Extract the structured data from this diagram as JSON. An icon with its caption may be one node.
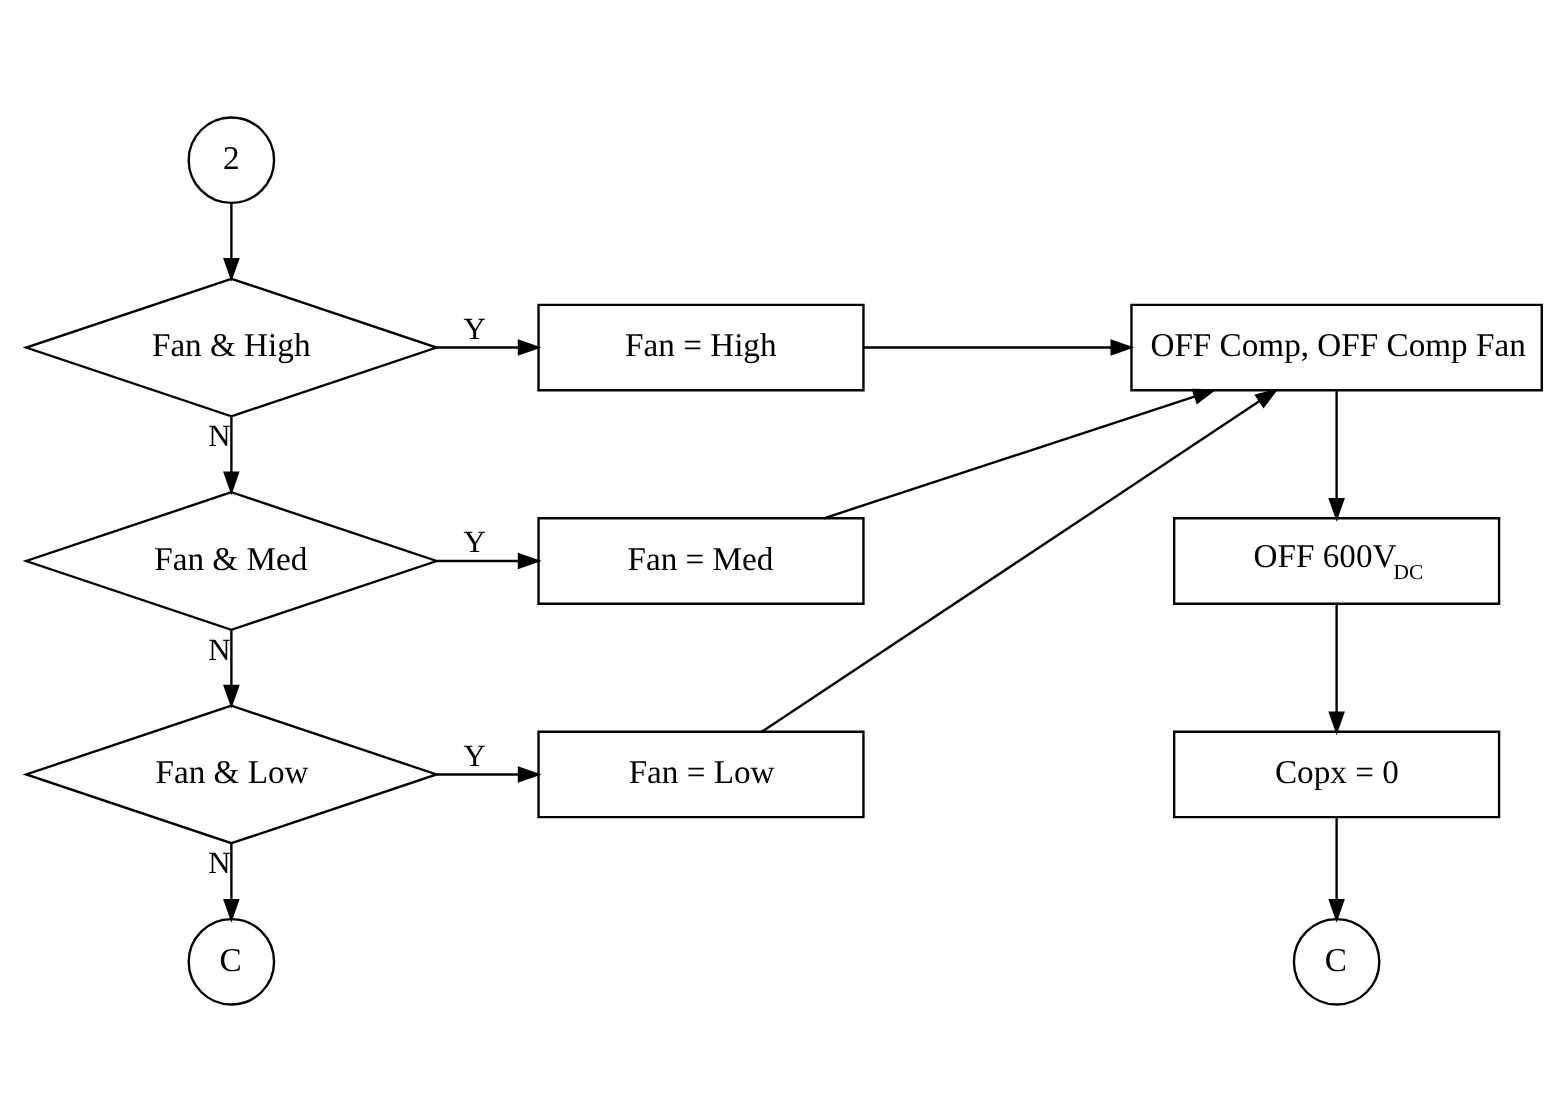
{
  "diagram": {
    "nodes": [
      {
        "text": [
          "2"
        ]
      },
      {
        "text": [
          "Fan & High"
        ]
      },
      {
        "text": [
          "Fan = High"
        ]
      },
      {
        "text": [
          "Fan & Med"
        ]
      },
      {
        "text": [
          "Fan = Med"
        ]
      },
      {
        "text": [
          "Fan & Low"
        ]
      },
      {
        "text": [
          "Fan = Low"
        ]
      },
      {
        "text": [
          "C"
        ]
      },
      {
        "text": [
          "OFF Comp, OFF Comp Fan"
        ]
      },
      {
        "text": [
          "OFF 600V$_{DC}$"
        ]
      },
      {
        "text": [
          "Copx = 0"
        ]
      },
      {
        "text": [
          "C"
        ]
      }
    ],
    "edges": [
      {
        "from": 0,
        "to": 1,
        "arrow": "to"
      },
      {
        "from": 1,
        "to": 2,
        "arrow": "to",
        "label": "Y"
      },
      {
        "from": 1,
        "to": 3,
        "arrow": "to",
        "label": "N"
      },
      {
        "from": 3,
        "to": 4,
        "arrow": "to",
        "label": "Y"
      },
      {
        "from": 3,
        "to": 5,
        "arrow": "to",
        "label": "N"
      },
      {
        "from": 5,
        "to": 6,
        "arrow": "to",
        "label": "Y"
      },
      {
        "from": 5,
        "to": 7,
        "arrow": "to",
        "label": "N"
      },
      {
        "from": 2,
        "to": 8,
        "arrow": "to"
      },
      {
        "from": 4,
        "to": 8,
        "arrow": "to"
      },
      {
        "from": 6,
        "to": 8,
        "arrow": "to"
      },
      {
        "from": 8,
        "to": 9,
        "arrow": "to"
      },
      {
        "from": 9,
        "to": 10,
        "arrow": "to"
      },
      {
        "from": 10,
        "to": 11,
        "arrow": "to"
      }
    ]
  }
}
